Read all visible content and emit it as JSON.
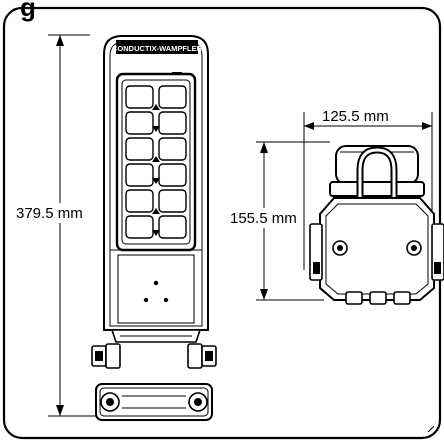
{
  "header": {
    "title_fragment": "g"
  },
  "dimensions": {
    "remote_height": "379.5 mm",
    "receiver_width": "125.5 mm",
    "receiver_height": "155.5 mm"
  },
  "remote": {
    "brand_text": "CONDUCTIX-WAMPFLER"
  }
}
